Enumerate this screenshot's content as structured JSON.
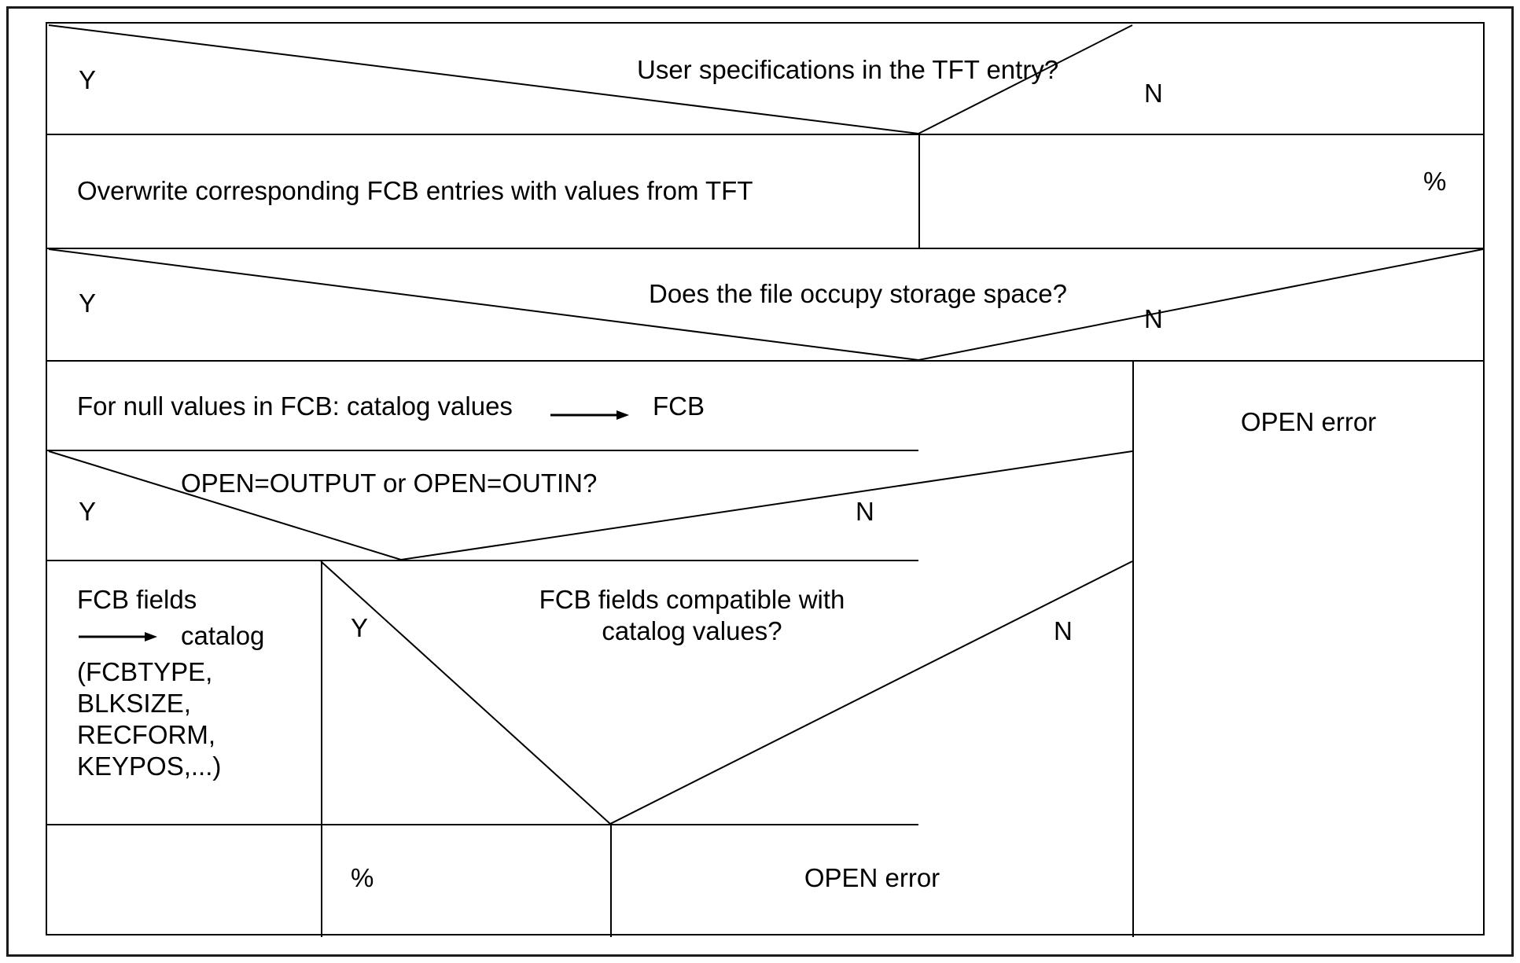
{
  "diagram": {
    "type": "structured-flow-table",
    "title_present": false,
    "colors": {
      "line": "#000000",
      "text": "#000000",
      "background": "#ffffff"
    },
    "rows": [
      {
        "id": "row-1",
        "kind": "decision",
        "question": "User specifications in the TFT entry?",
        "yes_label": "Y",
        "no_label": "N"
      },
      {
        "id": "row-2",
        "kind": "action",
        "action": "Overwrite corresponding FCB entries with values from TFT",
        "right_cell": "%"
      },
      {
        "id": "row-3",
        "kind": "decision",
        "question": "Does the file occupy storage space?",
        "yes_label": "Y",
        "no_label": "N"
      },
      {
        "id": "row-4",
        "kind": "action",
        "action_prefix": "For null values in FCB: catalog values",
        "arrow": "arrow-right-icon",
        "action_suffix": "FCB",
        "right_cell": "OPEN error"
      },
      {
        "id": "row-5",
        "kind": "decision",
        "question": "OPEN=OUTPUT or OPEN=OUTIN?",
        "yes_label": "Y",
        "no_label": "N"
      },
      {
        "id": "row-6",
        "kind": "mixed",
        "left_cell_lines": [
          "FCB fields",
          "catalog",
          "(FCBTYPE,",
          "BLKSIZE,",
          "RECFORM,",
          "KEYPOS,...)"
        ],
        "left_cell_arrow": "arrow-right-icon",
        "question": "FCB fields compatible with catalog values?",
        "question_line_1": "FCB fields compatible with",
        "question_line_2": "catalog values?",
        "yes_label": "Y",
        "no_label": "N"
      },
      {
        "id": "row-7",
        "kind": "outcome",
        "left_outcome": "%",
        "right_outcome": "OPEN error"
      }
    ],
    "right_column": {
      "outcome": "OPEN error"
    }
  }
}
